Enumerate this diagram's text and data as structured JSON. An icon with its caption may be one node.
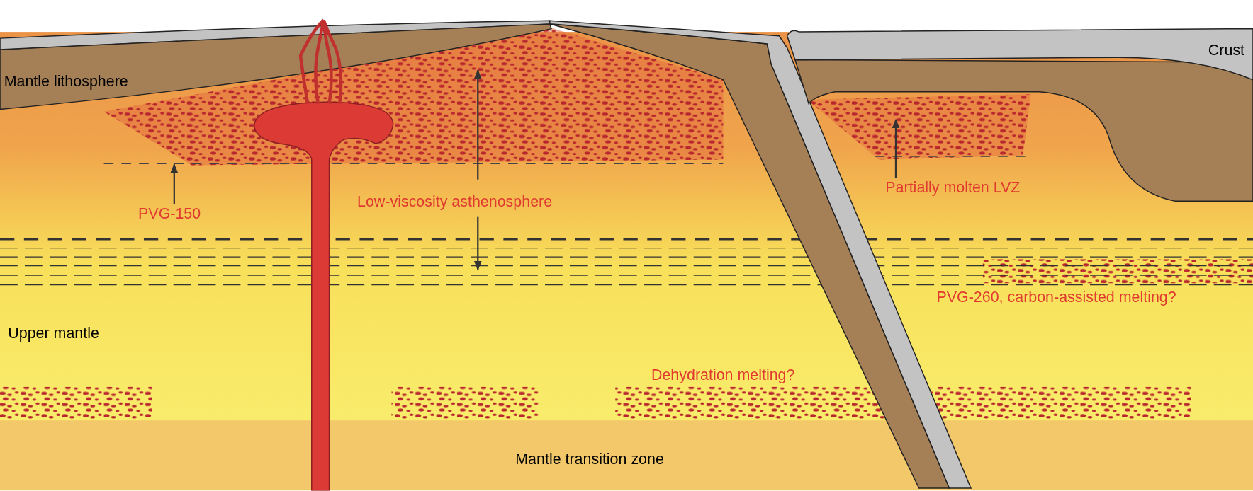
{
  "diagram": {
    "nodes": [
      {
        "text": [
          "PVG-150"
        ]
      },
      {
        "text": [
          "Partially molten LVZ"
        ]
      }
    ],
    "edges": [
      {
        "from": 0,
        "to": null,
        "arrow": "to"
      },
      {
        "from": 1,
        "to": null,
        "arrow": "to"
      }
    ],
    "labels": [
      "Crust",
      "Mantle lithosphere",
      "Low-viscosity asthenosphere",
      "PVG-260, carbon-assisted melting?",
      "Upper mantle",
      "Dehydration melting?",
      "Mantle transition zone"
    ]
  }
}
